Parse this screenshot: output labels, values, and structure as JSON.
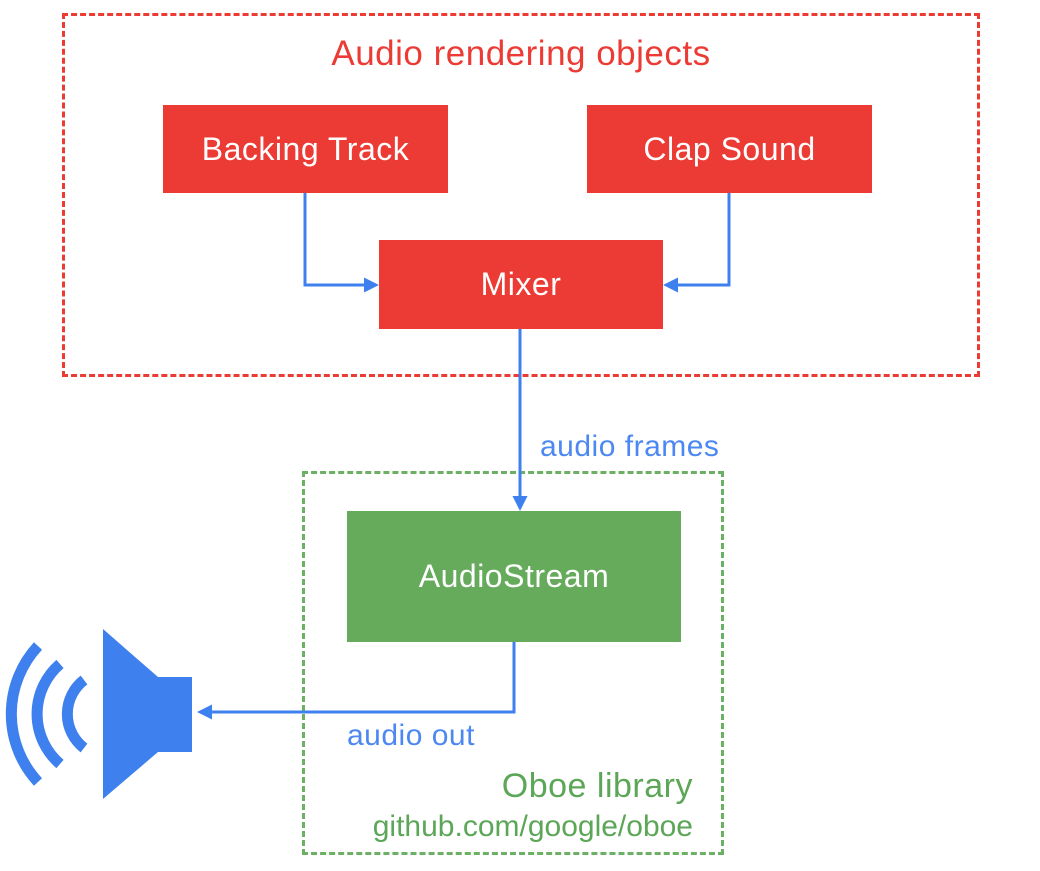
{
  "diagram": {
    "red_group": {
      "title": "Audio rendering objects",
      "boxes": [
        {
          "label": "Backing Track"
        },
        {
          "label": "Clap Sound"
        },
        {
          "label": "Mixer"
        }
      ]
    },
    "green_group": {
      "box_label": "AudioStream",
      "caption_title": "Oboe library",
      "caption_url": "github.com/google/oboe"
    },
    "flow_labels": {
      "audio_frames": "audio frames",
      "audio_out": "audio out"
    },
    "icons": [
      {
        "name": "speaker-icon",
        "meaning": "audio output to device speaker"
      }
    ],
    "colors": {
      "red": "#ec3b35",
      "green_fill": "#65ab5b",
      "green_border_text": "#5ca657",
      "blue": "#3e80ee",
      "blue_label": "#4c87f2",
      "box_text": "#ffffff",
      "background": "#ffffff"
    }
  }
}
